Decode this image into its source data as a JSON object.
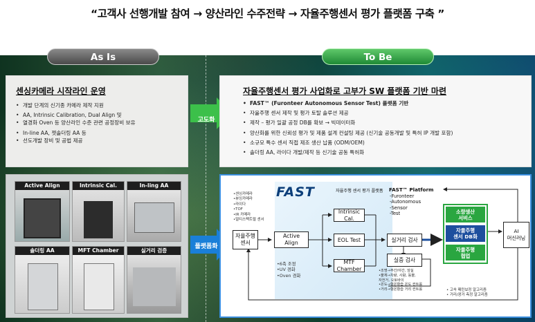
{
  "headline": "“고객사 선행개발 참여 → 양산라인 수주전략 → 자율주행센서 평가 플랫폼 구축 ”",
  "as_is": {
    "label": "As Is",
    "top_title": "센싱카메라 시작라인 운영",
    "bullets": [
      "개발 단계의 신기종 카메라 제작 지원",
      "AA, Intrinsic Calibration, Dual Align 및",
      "열경화 Oven 등 양산라인 수준 관련 공정장비 보유",
      "In-line AA, 젯솔더링 AA 등",
      "선도개발 장비 및 공법 제공"
    ],
    "photos": [
      "Active Align",
      "Intrinsic Cal.",
      "In-ling AA",
      "솔더링 AA",
      "MFT Chamber",
      "실거리 검증"
    ]
  },
  "to_be": {
    "label": "To Be",
    "top_title": "자율주행센서 평가 사업화로 고부가 SW 플랫폼 기반 마련",
    "bullets": [
      "FAST™ (Furonteer Autonomous Sensor Test) 플랫폼 기반",
      "자율주행 센서 제작 및 평가 토탈 솔루션 제공",
      "제작 – 평가 일괄 공정 DB를 확보 → 빅데이터화",
      "양산화를 위한 신뢰성 평가 및 제품 설계 컨설팅 제공 (신기술 공동개발 및 특허 IP 개발 포함)",
      "소규모 특수 센서 직접 제조 생산 납품 (ODM/OEM)",
      "솔더링 AA, 라이다 개발/제작 등 신기술 공동 특허화"
    ]
  },
  "arrows": {
    "upgrade": "고도화",
    "platform": "플랫폼화"
  },
  "diagram": {
    "logo": "FAST",
    "logo_caption": "자율주행 센서 평가 플랫폼",
    "platform_title": "FAST™ Platform",
    "platform_items": [
      "-Furonteer",
      "-Autonomous",
      "-Sensor",
      "-Test"
    ],
    "sensor_list": [
      "•센싱카메라",
      "•뷰잉카메라",
      "•라이다",
      "•TOF",
      "•IR 카메라",
      "•멀티스펙트럴 센서"
    ],
    "sensor_box": "자율주행\n센서",
    "active_align": "Active\nAlign",
    "aa_notes": [
      "•6축 조정",
      "•UV 경화",
      "•Oven 경화"
    ],
    "intrinsic": "Intrinsic Cal.",
    "eol": "EOL Test",
    "mtf": "MTF Chamber",
    "real_test": "실거리 검사",
    "demo_test": "실증 검사",
    "demo_notes": [
      "•조명→주간/야간, 암실",
      "•물체→차량, 사람, 동물,",
      "  자전거, 오토바이",
      "•온도→항온항습 온도 컨트롤",
      "•거리→항온항습 거리 컨트롤"
    ],
    "mass": "소량생산\n서비스",
    "db": "자율주행\n센서 DB화",
    "collab": "자율주행\n협업",
    "ai": "AI\n머신러닝",
    "ai_notes": [
      "• 고속 패턴보정 알고리즘",
      "• 거리/광거 측정 알고리즘"
    ]
  },
  "colors": {
    "tobe_border": "#3b8fe0",
    "green": "#2aa640",
    "blue": "#1d4f9e",
    "arrow_green": "#3cc04a",
    "arrow_blue": "#1a7fd8"
  }
}
